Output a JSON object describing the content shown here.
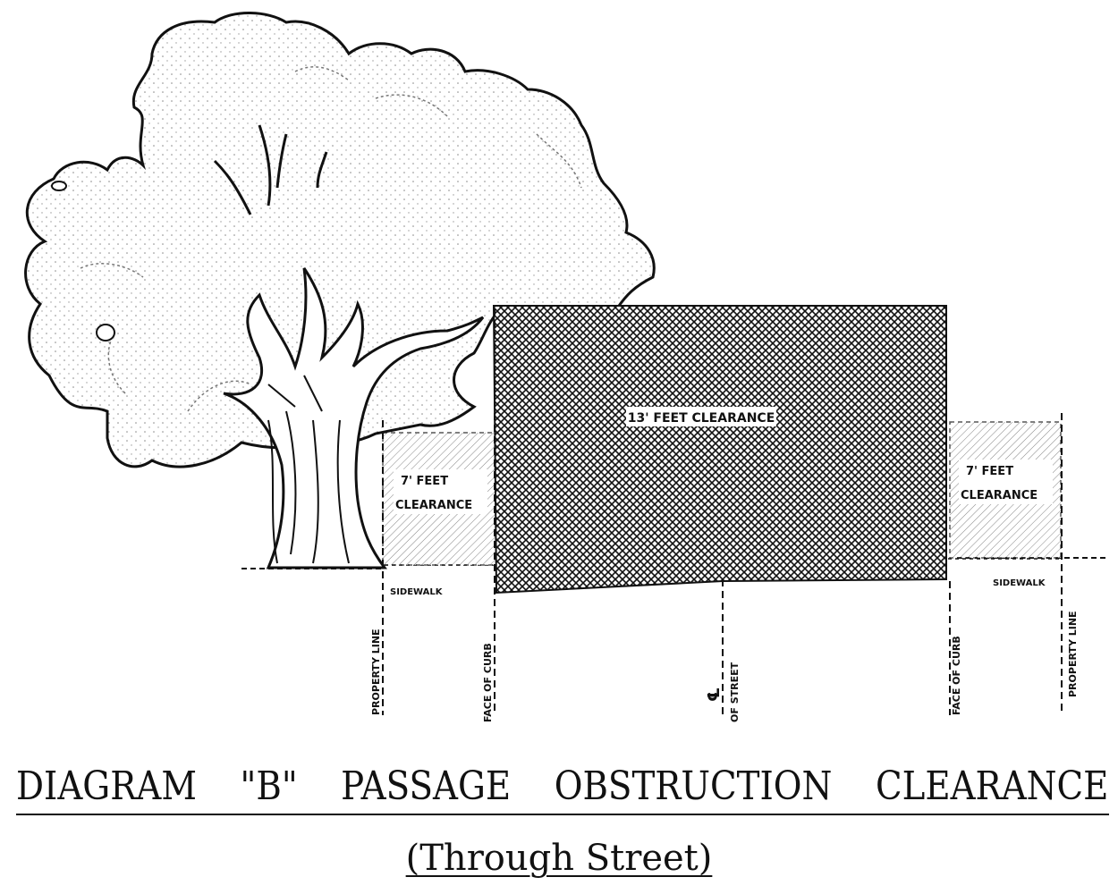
{
  "labels": {
    "center_clearance": "13' FEET CLEARANCE",
    "left_clearance_line1": "7' FEET",
    "left_clearance_line2": "CLEARANCE",
    "right_clearance_line1": "7' FEET",
    "right_clearance_line2": "CLEARANCE",
    "sidewalk_left": "SIDEWALK",
    "sidewalk_right": "SIDEWALK",
    "property_line_left": "PROPERTY LINE",
    "face_of_curb_left": "FACE OF CURB",
    "centerline_symbol": "℄",
    "centerline_text": "OF STREET",
    "face_of_curb_right": "FACE OF CURB",
    "property_line_right": "PROPERTY LINE"
  },
  "title": "DIAGRAM \"B\" PASSAGE OBSTRUCTION CLEARANCE",
  "subtitle": "(Through Street)"
}
